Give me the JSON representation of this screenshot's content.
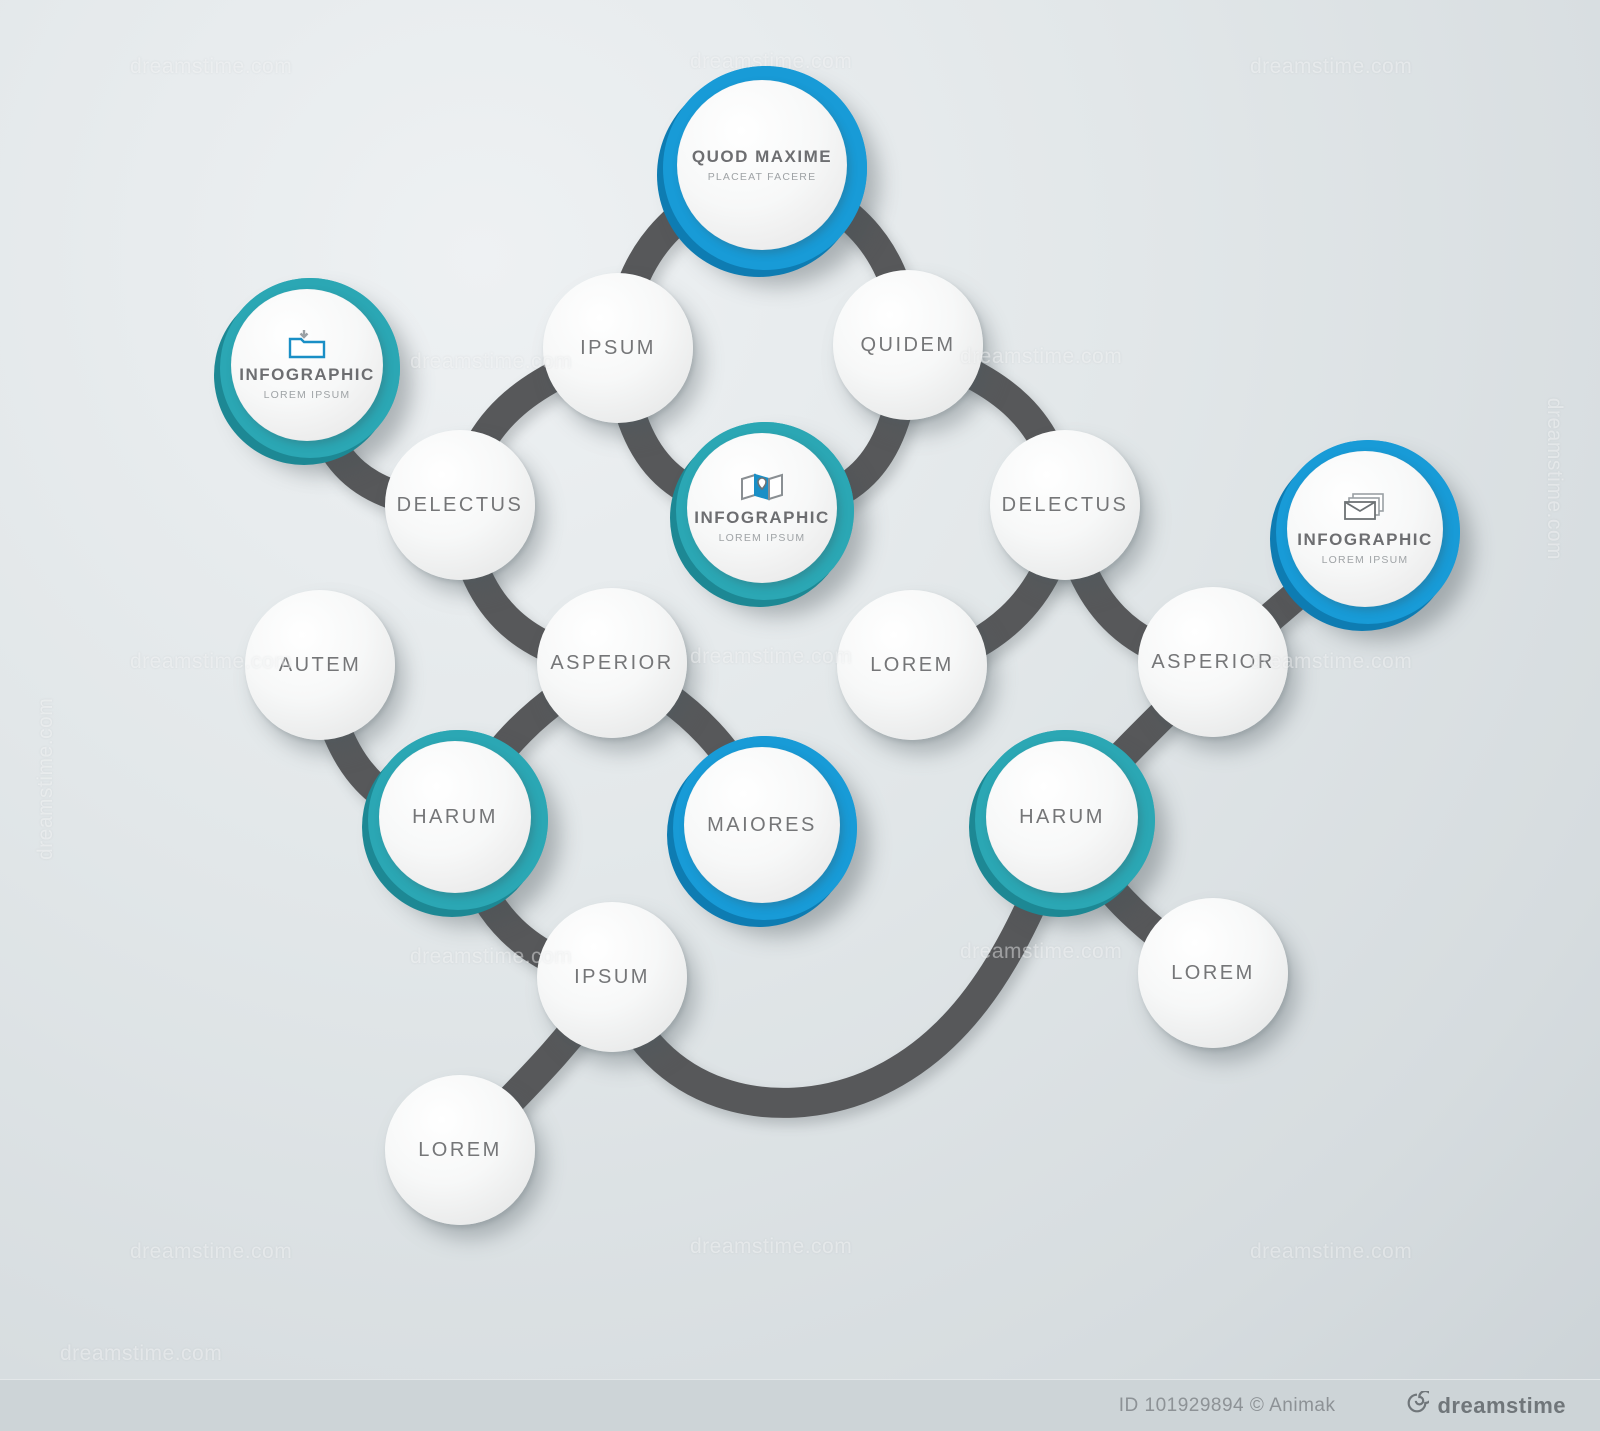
{
  "meta": {
    "watermark": "dreamstime.com",
    "footer": {
      "credit": "ID 101929894 © Animak",
      "brand": "dreamstime"
    }
  },
  "colors": {
    "background": "#dde2e5",
    "road": "#57585a",
    "teal_accent": "#2ba7b4",
    "teal_dark": "#1d8894",
    "blue_accent": "#189bd7",
    "blue_dark": "#0e7cb2",
    "label_text": "#757678"
  },
  "nodes": [
    {
      "id": "quod-maxime",
      "label": "QUOD MAXIME",
      "sublabel": "PLACEAT FACERE",
      "style": "blue"
    },
    {
      "id": "infographic-left",
      "label": "INFOGRAPHIC",
      "sublabel": "LOREM IPSUM",
      "style": "teal",
      "icon": "folder-download-icon"
    },
    {
      "id": "ipsum-top",
      "label": "IPSUM",
      "style": "white"
    },
    {
      "id": "quidem",
      "label": "QUIDEM",
      "style": "white"
    },
    {
      "id": "delectus-left",
      "label": "DELECTUS",
      "style": "white"
    },
    {
      "id": "infographic-center",
      "label": "INFOGRAPHIC",
      "sublabel": "LOREM IPSUM",
      "style": "teal",
      "icon": "map-location-icon"
    },
    {
      "id": "delectus-right",
      "label": "DELECTUS",
      "style": "white"
    },
    {
      "id": "infographic-right",
      "label": "INFOGRAPHIC",
      "sublabel": "LOREM IPSUM",
      "style": "blue",
      "icon": "mail-stack-icon"
    },
    {
      "id": "autem",
      "label": "AUTEM",
      "style": "white"
    },
    {
      "id": "asperior-left",
      "label": "ASPERIOR",
      "style": "white"
    },
    {
      "id": "lorem-middle",
      "label": "LOREM",
      "style": "white"
    },
    {
      "id": "asperior-right",
      "label": "ASPERIOR",
      "style": "white"
    },
    {
      "id": "harum-left",
      "label": "HARUM",
      "style": "teal"
    },
    {
      "id": "maiores",
      "label": "MAIORES",
      "style": "blue"
    },
    {
      "id": "harum-right",
      "label": "HARUM",
      "style": "teal"
    },
    {
      "id": "ipsum-bottom",
      "label": "IPSUM",
      "style": "white"
    },
    {
      "id": "lorem-right",
      "label": "LOREM",
      "style": "white"
    },
    {
      "id": "lorem-bottom",
      "label": "LOREM",
      "style": "white"
    }
  ],
  "edges": [
    [
      "quod-maxime",
      "ipsum-top"
    ],
    [
      "quod-maxime",
      "quidem"
    ],
    [
      "ipsum-top",
      "infographic-center"
    ],
    [
      "quidem",
      "infographic-center"
    ],
    [
      "ipsum-top",
      "delectus-left"
    ],
    [
      "infographic-left",
      "delectus-left"
    ],
    [
      "delectus-left",
      "asperior-left"
    ],
    [
      "autem",
      "harum-left"
    ],
    [
      "asperior-left",
      "harum-left"
    ],
    [
      "asperior-left",
      "maiores"
    ],
    [
      "quidem",
      "delectus-right"
    ],
    [
      "delectus-right",
      "lorem-middle"
    ],
    [
      "delectus-right",
      "asperior-right"
    ],
    [
      "asperior-right",
      "infographic-right"
    ],
    [
      "asperior-right",
      "harum-right"
    ],
    [
      "harum-right",
      "lorem-right"
    ],
    [
      "harum-left",
      "ipsum-bottom"
    ],
    [
      "ipsum-bottom",
      "lorem-bottom"
    ],
    [
      "ipsum-bottom",
      "harum-right"
    ]
  ]
}
